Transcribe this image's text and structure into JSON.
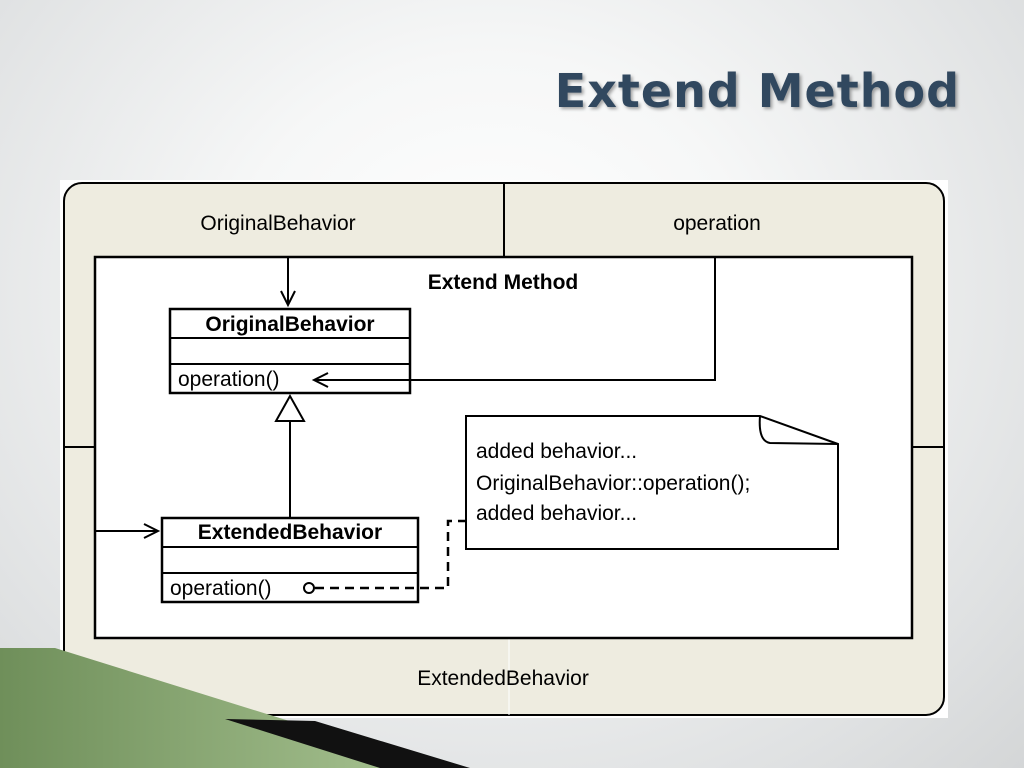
{
  "slide": {
    "title": "Extend Method"
  },
  "diagram": {
    "collaboration": {
      "top_left_role": "OriginalBehavior",
      "top_right_role": "operation",
      "bottom_role": "ExtendedBehavior"
    },
    "pattern_name": "Extend Method",
    "original_class": {
      "name": "OriginalBehavior",
      "operation": "operation()"
    },
    "extended_class": {
      "name": "ExtendedBehavior",
      "operation": "operation()"
    },
    "note": {
      "lines": [
        "added behavior...",
        "OriginalBehavior::operation();",
        "added behavior..."
      ]
    }
  },
  "colors": {
    "title": "#31485f",
    "collaboration_fill": "#eeece0",
    "stroke": "#000000",
    "accent_green": "#8aa870"
  }
}
